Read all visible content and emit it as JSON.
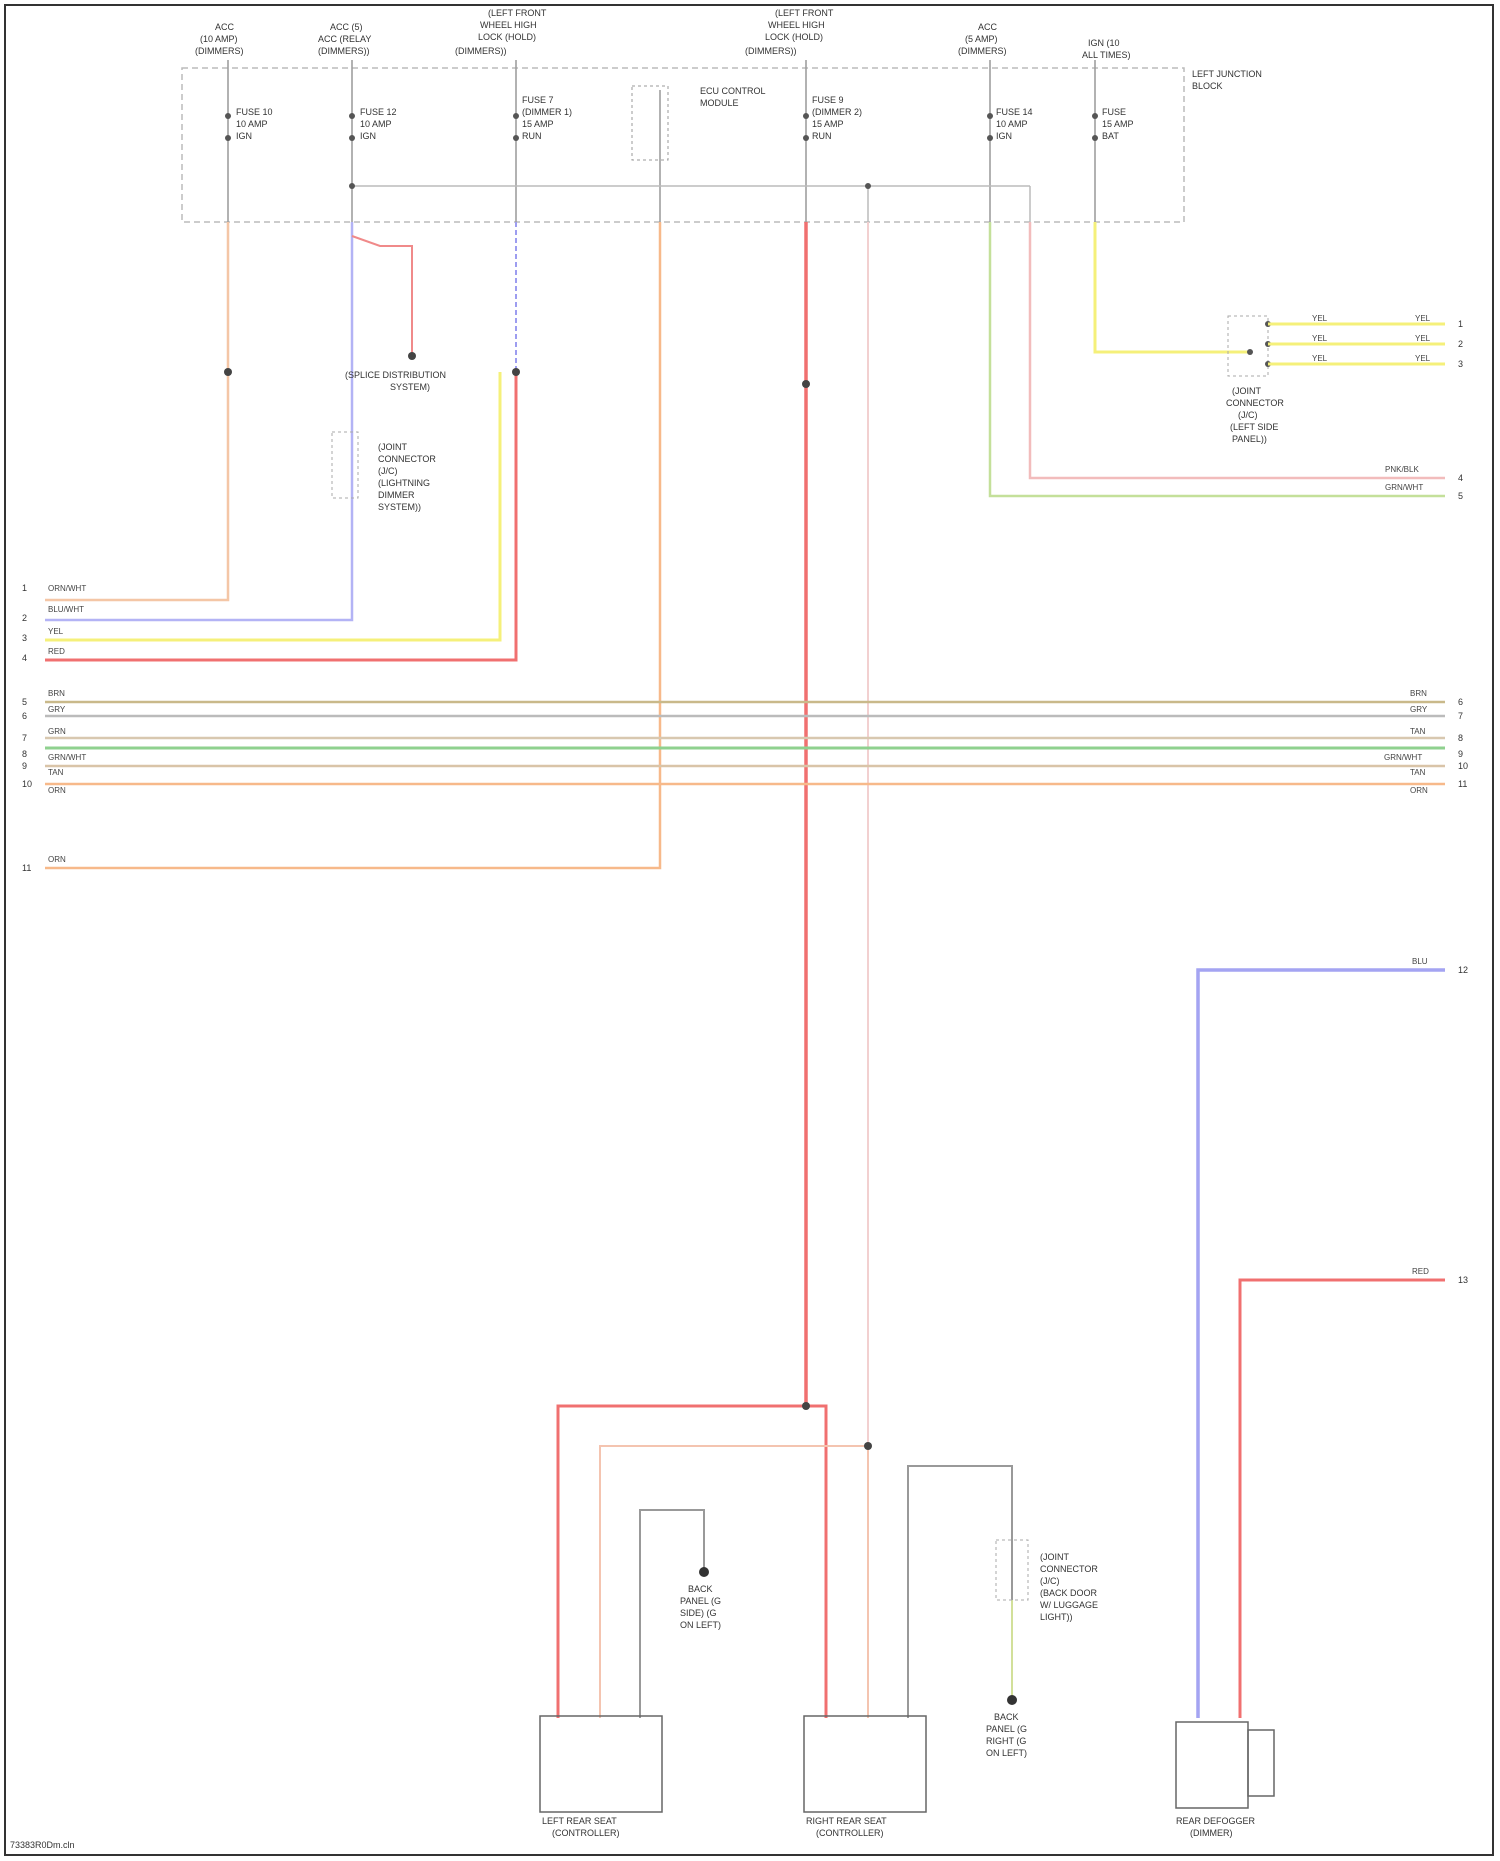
{
  "block": {
    "label_lines": [
      "LEFT JUNCTION",
      "BLOCK"
    ]
  },
  "top_components": [
    {
      "lines": [
        "ACC",
        "(10 AMP)",
        "(DIMMERS)"
      ]
    },
    {
      "lines": [
        "ACC (5)",
        "ACC (RELAY",
        "(DIMMERS))"
      ]
    },
    {
      "lines": [
        "(LEFT FRONT",
        "WHEEL HIGH",
        "LOCK (HOLD)",
        "(DIMMERS))"
      ]
    },
    {
      "lines": [
        "(LEFT FRONT",
        "WHEEL HIGH",
        "LOCK (HOLD)",
        "(DIMMERS))"
      ]
    },
    {
      "lines": [
        "ACC",
        "(5 AMP)",
        "(DIMMERS)"
      ]
    },
    {
      "lines": [
        "IGN (10",
        "ALL TIMES)"
      ]
    }
  ],
  "fuse_labels": [
    {
      "lines": [
        "FUSE 10",
        "10 AMP",
        "IGN"
      ]
    },
    {
      "lines": [
        "FUSE 12",
        "10 AMP",
        "IGN"
      ]
    },
    {
      "lines": [
        "FUSE 7",
        "(DIMMER 1)",
        "15 AMP",
        "RUN"
      ]
    },
    {
      "lines": [
        "FUSE 9",
        "(DIMMER 2)",
        "15 AMP",
        "RUN"
      ]
    },
    {
      "lines": [
        "FUSE 14",
        "10 AMP",
        "IGN"
      ]
    },
    {
      "lines": [
        "FUSE",
        "15 AMP",
        "BAT"
      ]
    }
  ],
  "ecu_label": {
    "lines": [
      "ECU CONTROL",
      "MODULE"
    ]
  },
  "junctions": [
    {
      "lines": [
        "(SPLICE DISTRIBUTION",
        "SYSTEM)"
      ]
    },
    {
      "lines": [
        "(JOINT",
        "CONNECTOR",
        "(J/C)",
        "(LIGHTNING",
        "DIMMER",
        "SYSTEM))"
      ]
    },
    {
      "lines": [
        "(JOINT",
        "CONNECTOR",
        "(J/C)",
        "(LEFT SIDE",
        "PANEL))"
      ]
    },
    {
      "lines": [
        "(JOINT",
        "CONNECTOR",
        "(J/C)",
        "(BACK DOOR",
        "W/ LUGGAGE",
        "LIGHT))"
      ]
    }
  ],
  "left_wires": [
    {
      "num": "1",
      "color": "ORN/WHT"
    },
    {
      "num": "2",
      "color": "BLU/WHT"
    },
    {
      "num": "3",
      "color": "YEL"
    },
    {
      "num": "4",
      "color": "RED"
    }
  ],
  "bus_wires": [
    {
      "num": "5",
      "color": "BRN"
    },
    {
      "num": "6",
      "color": "GRY"
    },
    {
      "num": "7",
      "color": "GRN"
    },
    {
      "num": "8",
      "color": "GRN/WHT"
    },
    {
      "num": "9",
      "color": "TAN"
    },
    {
      "num": "10",
      "color": "ORN"
    }
  ],
  "wire_11": {
    "num": "11",
    "color": "ORN"
  },
  "right_wires": [
    {
      "num": "1",
      "color": "YEL"
    },
    {
      "num": "2",
      "color": "YEL"
    },
    {
      "num": "3",
      "color": "YEL"
    },
    {
      "num": "4",
      "color": "PNK/BLK"
    },
    {
      "num": "5",
      "color": "GRN/WHT"
    }
  ],
  "right_bus_nums": [
    "6",
    "7",
    "8",
    "9",
    "10",
    "11"
  ],
  "right_bus_labels": [
    "BRN",
    "GRY",
    "TAN",
    "GRN/WHT",
    "TAN",
    "ORN"
  ],
  "far_right": [
    {
      "num": "12",
      "color": "BLU"
    },
    {
      "num": "13",
      "color": "RED"
    }
  ],
  "grounds": [
    {
      "lines": [
        "BACK",
        "PANEL (G",
        "SIDE) (G",
        "ON LEFT)"
      ]
    },
    {
      "lines": [
        "BACK",
        "PANEL (G",
        "RIGHT (G",
        "ON LEFT)"
      ]
    }
  ],
  "bottom_components": [
    {
      "lines": [
        "LEFT REAR SEAT",
        "(CONTROLLER)"
      ]
    },
    {
      "lines": [
        "RIGHT REAR SEAT",
        "(CONTROLLER)"
      ]
    },
    {
      "lines": [
        "REAR DEFOGGER",
        "(DIMMER)"
      ]
    }
  ],
  "footer": "73383R0Dm.cln"
}
